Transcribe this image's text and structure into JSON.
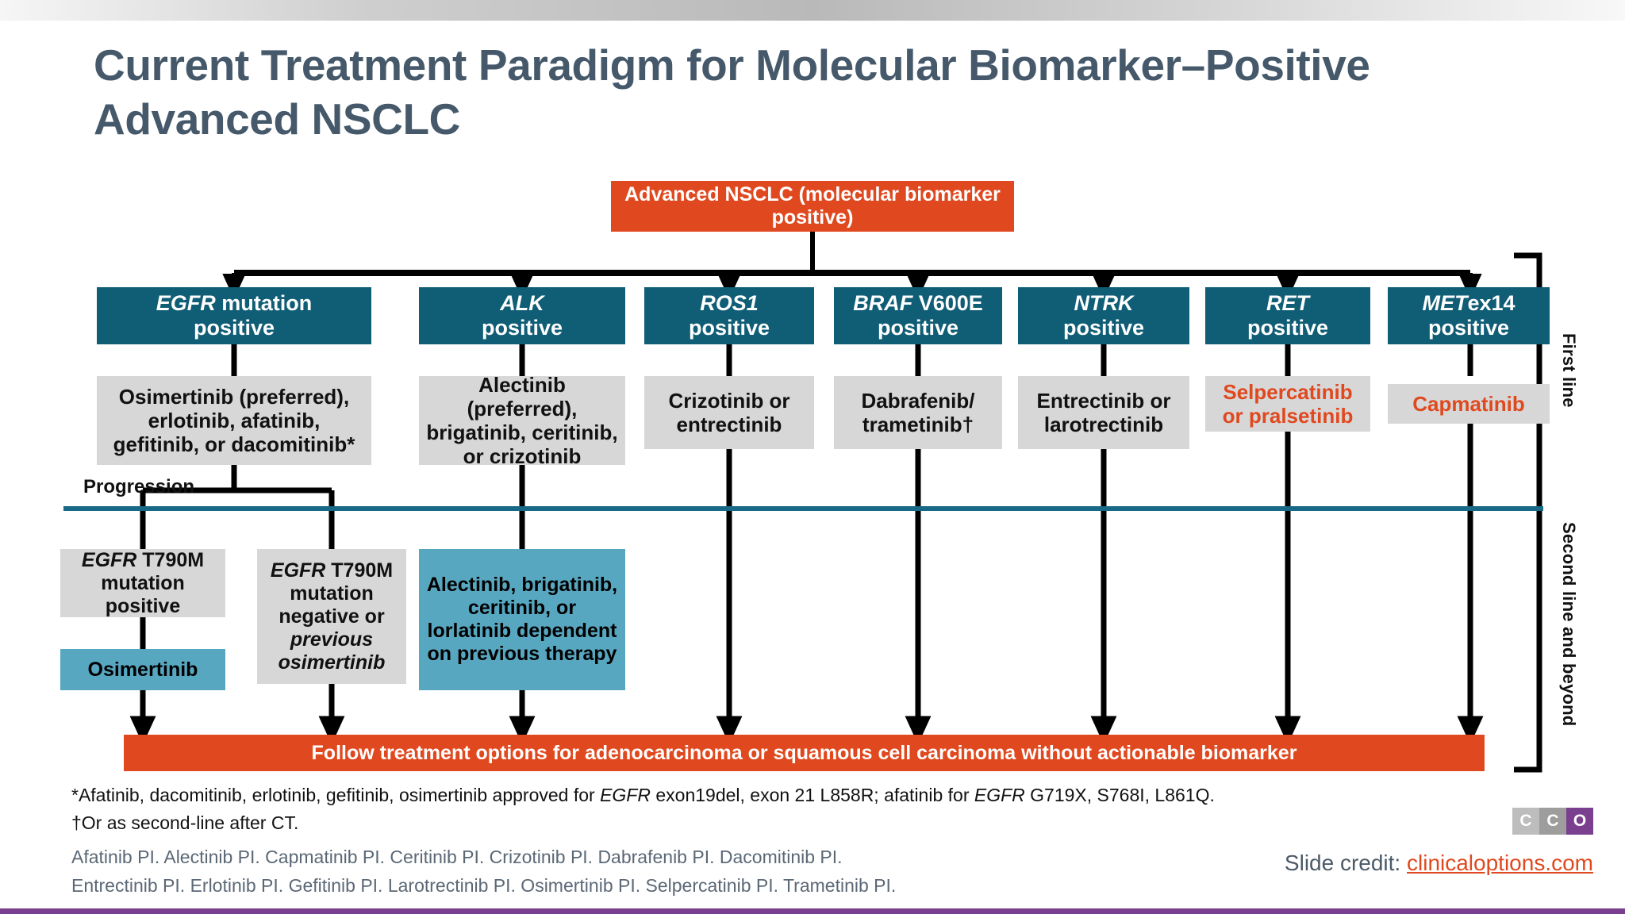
{
  "slide": {
    "title": "Current Treatment Paradigm for Molecular Biomarker–Positive Advanced NSCLC",
    "root_box": "Advanced NSCLC (molecular biomarker positive)",
    "progression_label": "Progression",
    "bottom_bar": "Follow treatment options for adenocarcinoma or squamous cell carcinoma without actionable biomarker",
    "line_labels": {
      "first": "First line",
      "second": "Second line and beyond"
    }
  },
  "branches": [
    {
      "biomarker_gene": "EGFR",
      "biomarker_rest": " mutation",
      "biomarker_line2": "positive",
      "first_line": "Osimertinib (preferred), erlotinib, afatinib, gefitinib, or dacomitinib*",
      "first_line_color": "black"
    },
    {
      "biomarker_gene": "ALK",
      "biomarker_rest": "",
      "biomarker_line2": "positive",
      "first_line": "Alectinib (preferred), brigatinib, ceritinib, or crizotinib",
      "first_line_color": "black"
    },
    {
      "biomarker_gene": "ROS1",
      "biomarker_rest": "",
      "biomarker_line2": "positive",
      "first_line": "Crizotinib or entrectinib",
      "first_line_color": "black"
    },
    {
      "biomarker_gene": "BRAF",
      "biomarker_rest": " V600E",
      "biomarker_line2": "positive",
      "first_line": "Dabrafenib/ trametinib†",
      "first_line_color": "black"
    },
    {
      "biomarker_gene": "NTRK",
      "biomarker_rest": "",
      "biomarker_line2": "positive",
      "first_line": "Entrectinib or larotrectinib",
      "first_line_color": "black"
    },
    {
      "biomarker_gene": "RET",
      "biomarker_rest": "",
      "biomarker_line2": "positive",
      "first_line": "Selpercatinib or pralsetinib",
      "first_line_color": "orange"
    },
    {
      "biomarker_gene": "MET",
      "biomarker_rest": "ex14",
      "biomarker_line2": "positive",
      "first_line": "Capmatinib",
      "first_line_color": "orange"
    }
  ],
  "second_line": {
    "egfr_t790m_positive": {
      "gene": "EGFR",
      "rest": " T790M mutation positive"
    },
    "egfr_t790m_positive_drug": "Osimertinib",
    "egfr_t790m_negative": {
      "gene": "EGFR",
      "rest": " T790M mutation negative or ",
      "italic_tail": "previous osimertinib"
    },
    "alk_second": "Alectinib, brigatinib, ceritinib, or lorlatinib dependent on previous therapy"
  },
  "footnotes": {
    "star_pre": "*Afatinib, dacomitinib, erlotinib, gefitinib, osimertinib approved for ",
    "star_gene1": "EGFR",
    "star_mid": " exon19del, exon 21 L858R; afatinib for ",
    "star_gene2": "EGFR",
    "star_post": " G719X, S768I, L861Q.",
    "dagger": "†Or as second-line after CT."
  },
  "references": {
    "line1": "Afatinib PI. Alectinib PI. Capmatinib PI. Ceritinib PI. Crizotinib PI. Dabrafenib PI. Dacomitinib PI.",
    "line2": "Entrectinib PI. Erlotinib PI. Gefitinib PI. Larotrectinib PI. Osimertinib PI. Selpercatinib PI. Trametinib PI."
  },
  "credit": {
    "label": "Slide credit: ",
    "link": "clinicaloptions.com"
  },
  "logo": {
    "c1": "C",
    "c2": "C",
    "c3": "O"
  },
  "colors": {
    "orange": "#e0491f",
    "teal": "#105d76",
    "gray": "#d7d7d7",
    "light_blue": "#57a7c1",
    "title": "#46596b",
    "purple": "#7b3f8f"
  }
}
